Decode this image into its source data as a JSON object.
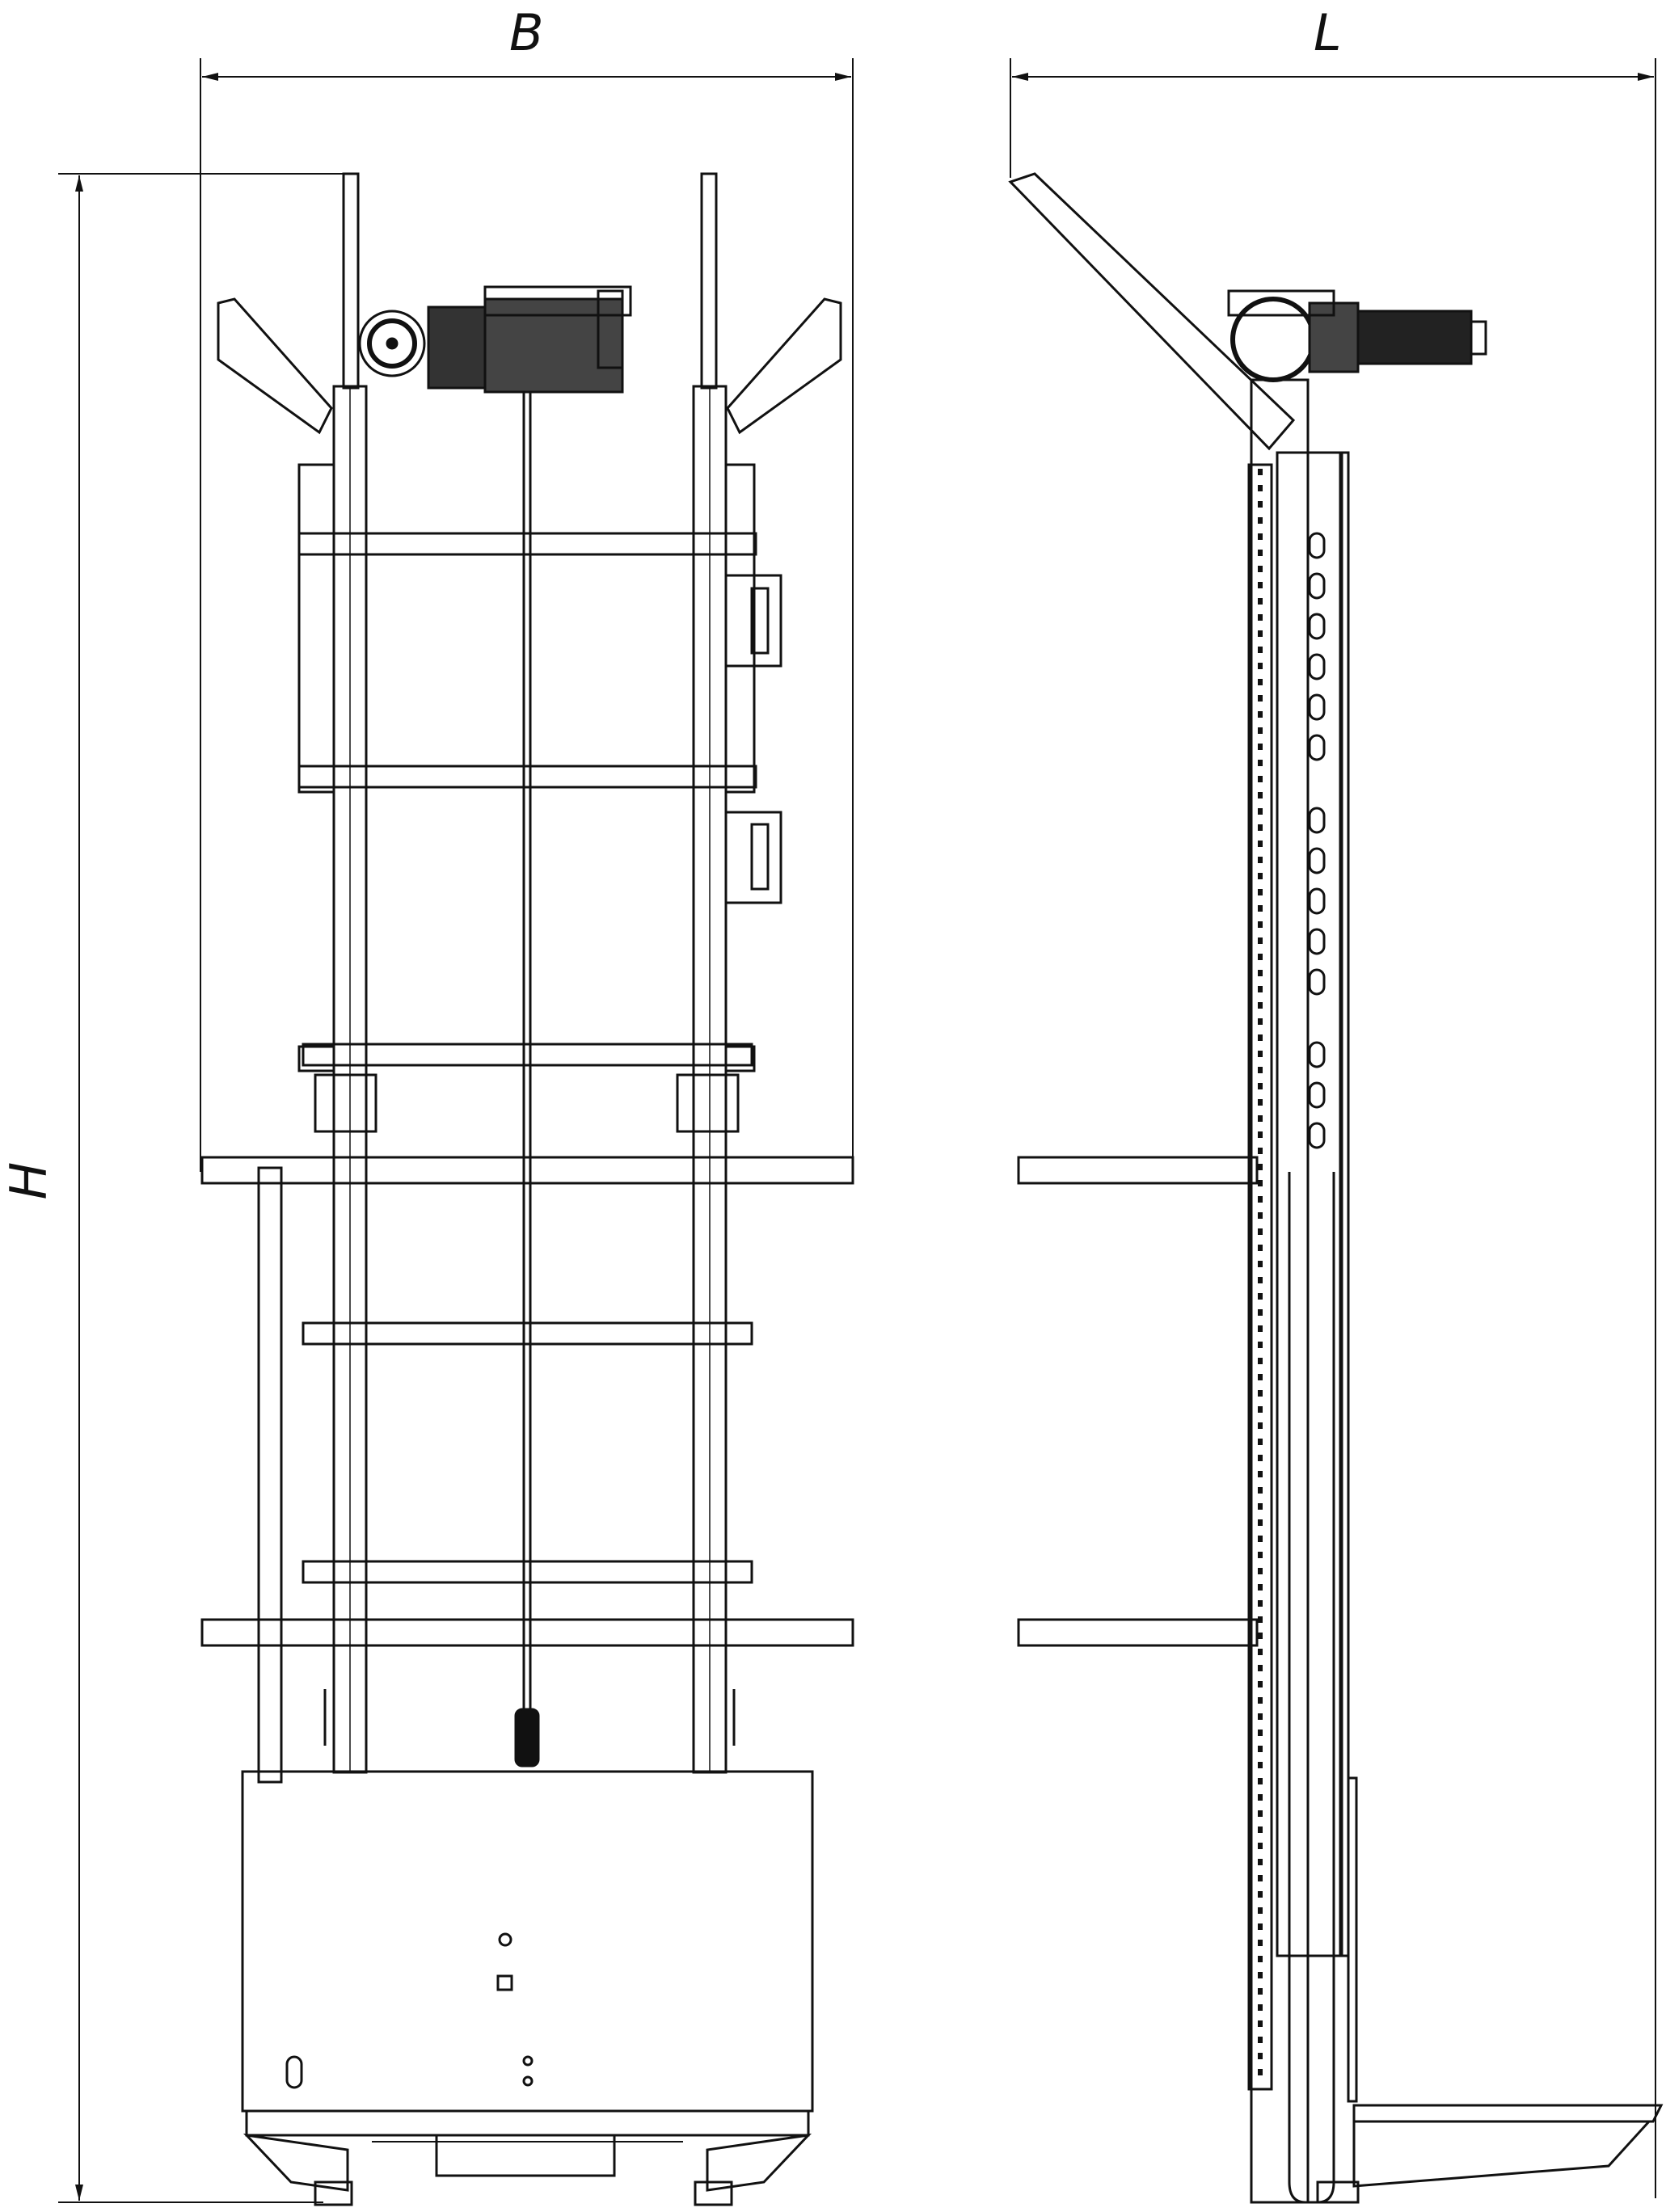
{
  "dimensions": {
    "width_label": "B",
    "length_label": "L",
    "height_label": "H"
  }
}
